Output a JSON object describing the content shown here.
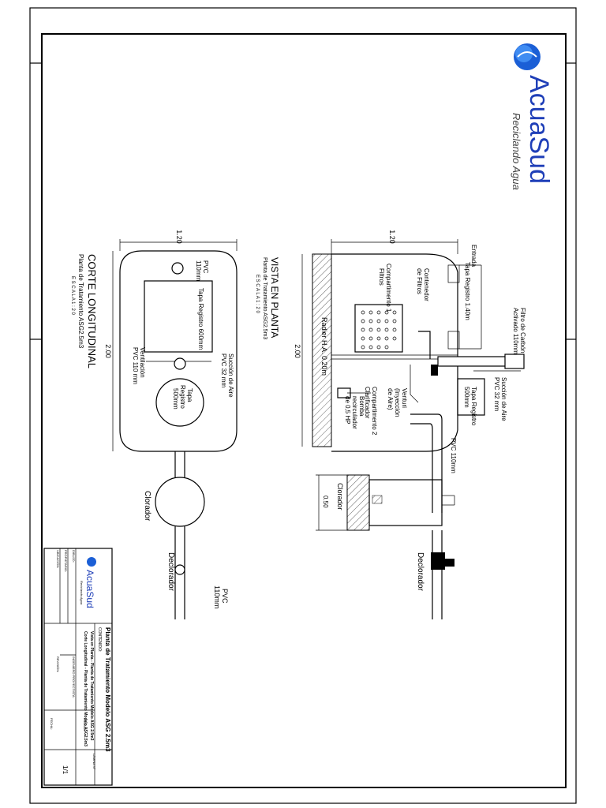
{
  "brand": {
    "name": "AcuaSud",
    "tagline": "Reciclando Agua"
  },
  "plan_view": {
    "title": "VISTA EN PLANTA",
    "subtitle": "Planta de Tratamiento ASG2.5m3",
    "scale": "E S C A L A   1 : 2 0",
    "dim_width": "1.20",
    "dim_length": "2.00",
    "labels": {
      "pvc_top": "PVC\n110mm",
      "tapa_registro_600": "Tapa Registro 600mm",
      "ventilacion": "Ventilación\nPVC 110 mm",
      "succion_aire": "Succión de Aire\nPVC 32 mm",
      "tapa_registro_500": "Tapa\nRegistro\n500mm",
      "clorador": "Clorador",
      "declorador": "Declorador",
      "pvc_out": "PVC\n110mm"
    }
  },
  "section_view": {
    "title": "CORTE LONGITUDINAL",
    "subtitle": "Planta de Tratamiento ASG2.5m3",
    "scale": "E S C A L A   1 : 2 0",
    "dim_width": "1.20",
    "dim_length": "2.00",
    "labels": {
      "radier": "Radier H.A. 0.20m",
      "entrada": "Entrada",
      "tapa_registro_140": "Tapa Registro 1.40m",
      "contenedor_filtros": "Contenedor\nde Filtros",
      "compartimento1": "Compartimento 1\nFiltros",
      "filtro_carbon": "Filtro de Carbón\nActivado 110mm",
      "succion_aire": "Succión de Aire\nPVC 32 mm",
      "tapa_registro_500": "Tapa Registro\n500mm",
      "venturi": "Venturi\n(Inyección\nde Aire)",
      "compartimento2": "Compartimento 2\nClarificador",
      "bomba": "Bomba\nrecirculador\nde 0,5 HP",
      "pvc_110": "PVC 110mm",
      "clorador": "Clorador",
      "clorador_dim": "0.50",
      "declorador": "Declorador"
    }
  },
  "title_block": {
    "title": "Planta de Tratamiento Modelo ASG 2.5m3",
    "contenido_label": "CONTENIDO:",
    "contenido_1": "Vista en Planta - Planta de Tratamiento Modelo ASG 2.5m3",
    "contenido_2": "Corte Longitudinal - Planta de Tratamiento Modelo ASG2.5m3",
    "dibujo_label": "DIBUJO:",
    "propietario_label": "PROPIETARIO:",
    "ubicacion_label": "UBICACIÓN:",
    "ingeniero_label": "INGENIERO PROYECTISTA:",
    "revision_label": "REVISIÓN:",
    "lamina_label": "LÁMINA N°",
    "lamina_value": "1/1",
    "escala_label": "ESCALA:",
    "fecha_label": "FECHA:"
  },
  "colors": {
    "brand_blue": "#1f3fb8",
    "logo_blue": "#1b5fd6"
  }
}
